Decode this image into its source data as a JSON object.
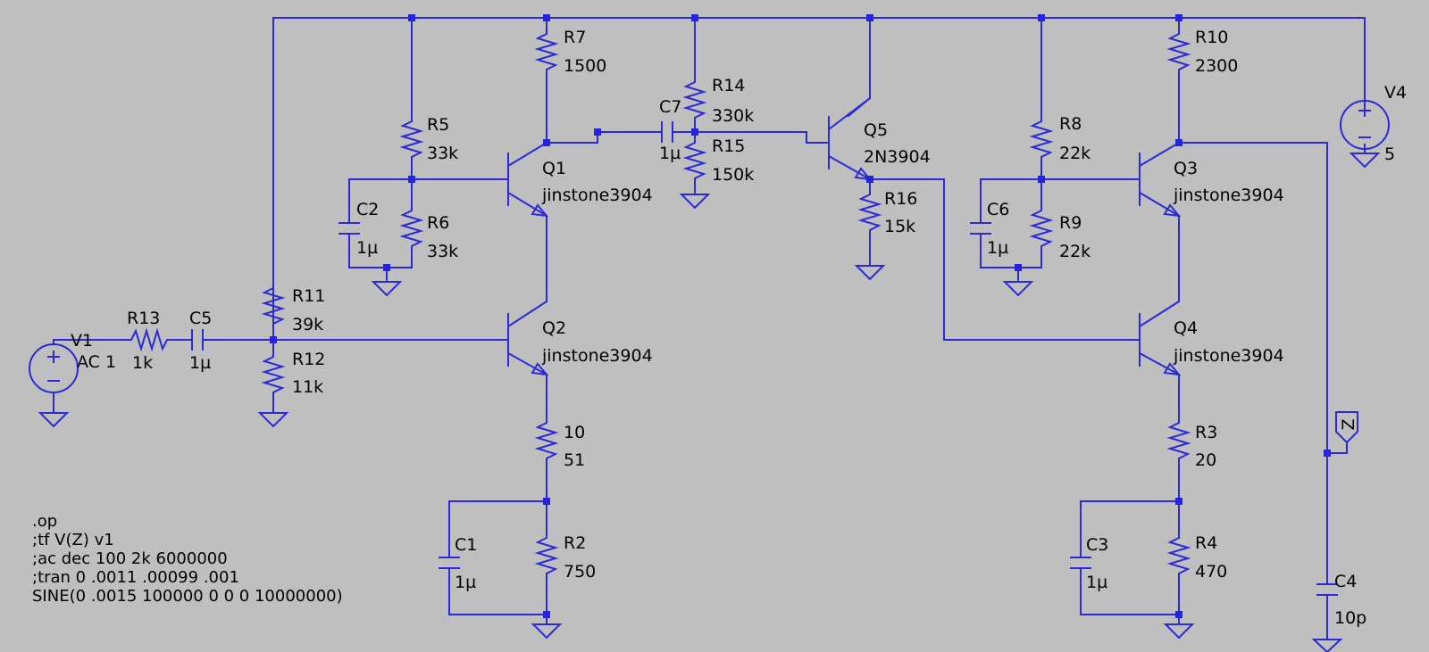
{
  "components": {
    "V1": {
      "name": "V1",
      "value": "AC 1"
    },
    "R13": {
      "name": "R13",
      "value": "1k"
    },
    "C5": {
      "name": "C5",
      "value": "1µ"
    },
    "R11": {
      "name": "R11",
      "value": "39k"
    },
    "R12": {
      "name": "R12",
      "value": "11k"
    },
    "R5": {
      "name": "R5",
      "value": "33k"
    },
    "R6": {
      "name": "R6",
      "value": "33k"
    },
    "C2": {
      "name": "C2",
      "value": "1µ"
    },
    "R7": {
      "name": "R7",
      "value": "1500"
    },
    "Q1": {
      "name": "Q1",
      "value": "jinstone3904"
    },
    "Q2": {
      "name": "Q2",
      "value": "jinstone3904"
    },
    "R10_lower": {
      "name": "10",
      "value": "51"
    },
    "C1": {
      "name": "C1",
      "value": "1µ"
    },
    "R2": {
      "name": "R2",
      "value": "750"
    },
    "C7": {
      "name": "C7",
      "value": "1µ"
    },
    "R14": {
      "name": "R14",
      "value": "330k"
    },
    "R15": {
      "name": "R15",
      "value": "150k"
    },
    "Q5": {
      "name": "Q5",
      "value": "2N3904"
    },
    "R16": {
      "name": "R16",
      "value": "15k"
    },
    "R8": {
      "name": "R8",
      "value": "22k"
    },
    "R9": {
      "name": "R9",
      "value": "22k"
    },
    "C6": {
      "name": "C6",
      "value": "1µ"
    },
    "R10": {
      "name": "R10",
      "value": "2300"
    },
    "Q3": {
      "name": "Q3",
      "value": "jinstone3904"
    },
    "Q4": {
      "name": "Q4",
      "value": "jinstone3904"
    },
    "R3": {
      "name": "R3",
      "value": "20"
    },
    "R4": {
      "name": "R4",
      "value": "470"
    },
    "C3": {
      "name": "C3",
      "value": "1µ"
    },
    "V4": {
      "name": "V4",
      "value": "5"
    },
    "C4": {
      "name": "C4",
      "value": "10p"
    }
  },
  "net_label": "Z",
  "directives": [
    ".op",
    ";tf V(Z) v1",
    ";ac dec 100 2k 6000000",
    ";tran 0 .0011 .00099 .001",
    "SINE(0 .0015 100000 0 0 0 10000000)"
  ],
  "colors": {
    "wire": "#2b2bd6",
    "background": "#bfbfbf",
    "junction": "#2323e0"
  }
}
